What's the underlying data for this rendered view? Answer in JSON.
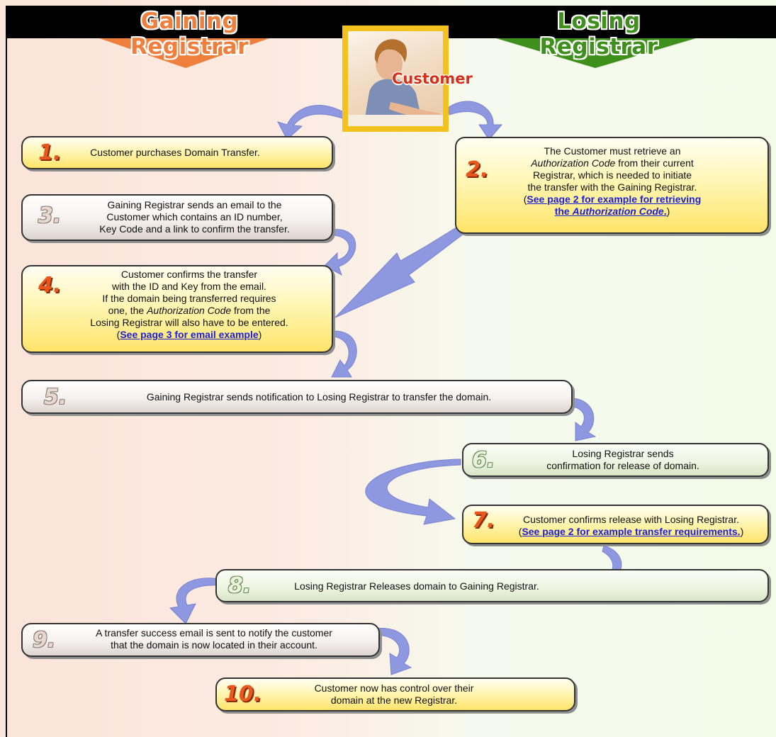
{
  "header": {
    "gaining_title": "Gaining Registrar",
    "losing_title": "Losing Registrar",
    "customer_label": "Customer"
  },
  "colors": {
    "gaining": "#ee7f3c",
    "losing": "#3f8f1c",
    "customer": "#d4311a",
    "arrow": "#8e98e0",
    "link": "#1a1ed8"
  },
  "steps": [
    {
      "number": "1.",
      "text": "Customer purchases Domain Transfer."
    },
    {
      "number": "2.",
      "line1": "The Customer must retrieve an",
      "line2_em": "Authorization Code",
      "line2_rest": " from their current",
      "line3": "Registrar, which is needed to initiate",
      "line4": "the transfer with the Gaining Registrar.",
      "link_open": "(",
      "link1": "See page 2 for example for retrieving",
      "link2_a": "the ",
      "link2_em": "Authorization Code",
      "link2_b": ".",
      "link_close": ")"
    },
    {
      "number": "3.",
      "line1": "Gaining Registrar sends an email to the",
      "line2": "Customer which contains an ID number,",
      "line3": "Key Code and a link to confirm the transfer."
    },
    {
      "number": "4.",
      "line1": "Customer confirms the transfer",
      "line2": "with the ID and Key from the email.",
      "line3": "If the domain being transferred requires",
      "line4_a": "one, the ",
      "line4_em": "Authorization Code",
      "line4_b": " from the",
      "line5": "Losing Registrar will also have to be entered.",
      "link_open": "(",
      "link": "See page 3 for email example",
      "link_close": ")"
    },
    {
      "number": "5.",
      "text": "Gaining Registrar sends notification to Losing Registrar to transfer the domain."
    },
    {
      "number": "6.",
      "line1": "Losing Registrar sends",
      "line2": "confirmation for release of domain."
    },
    {
      "number": "7.",
      "line1": "Customer confirms release with Losing Registrar.",
      "link_open": "(",
      "link": "See page 2 for example transfer requirements.",
      "link_close": ")"
    },
    {
      "number": "8.",
      "text": "Losing Registrar Releases domain to Gaining Registrar."
    },
    {
      "number": "9.",
      "line1": "A transfer success email is sent to notify the customer",
      "line2": "that the domain is now located in their account."
    },
    {
      "number": "10.",
      "line1": "Customer now has control over their",
      "line2": "domain at the new Registrar."
    }
  ]
}
